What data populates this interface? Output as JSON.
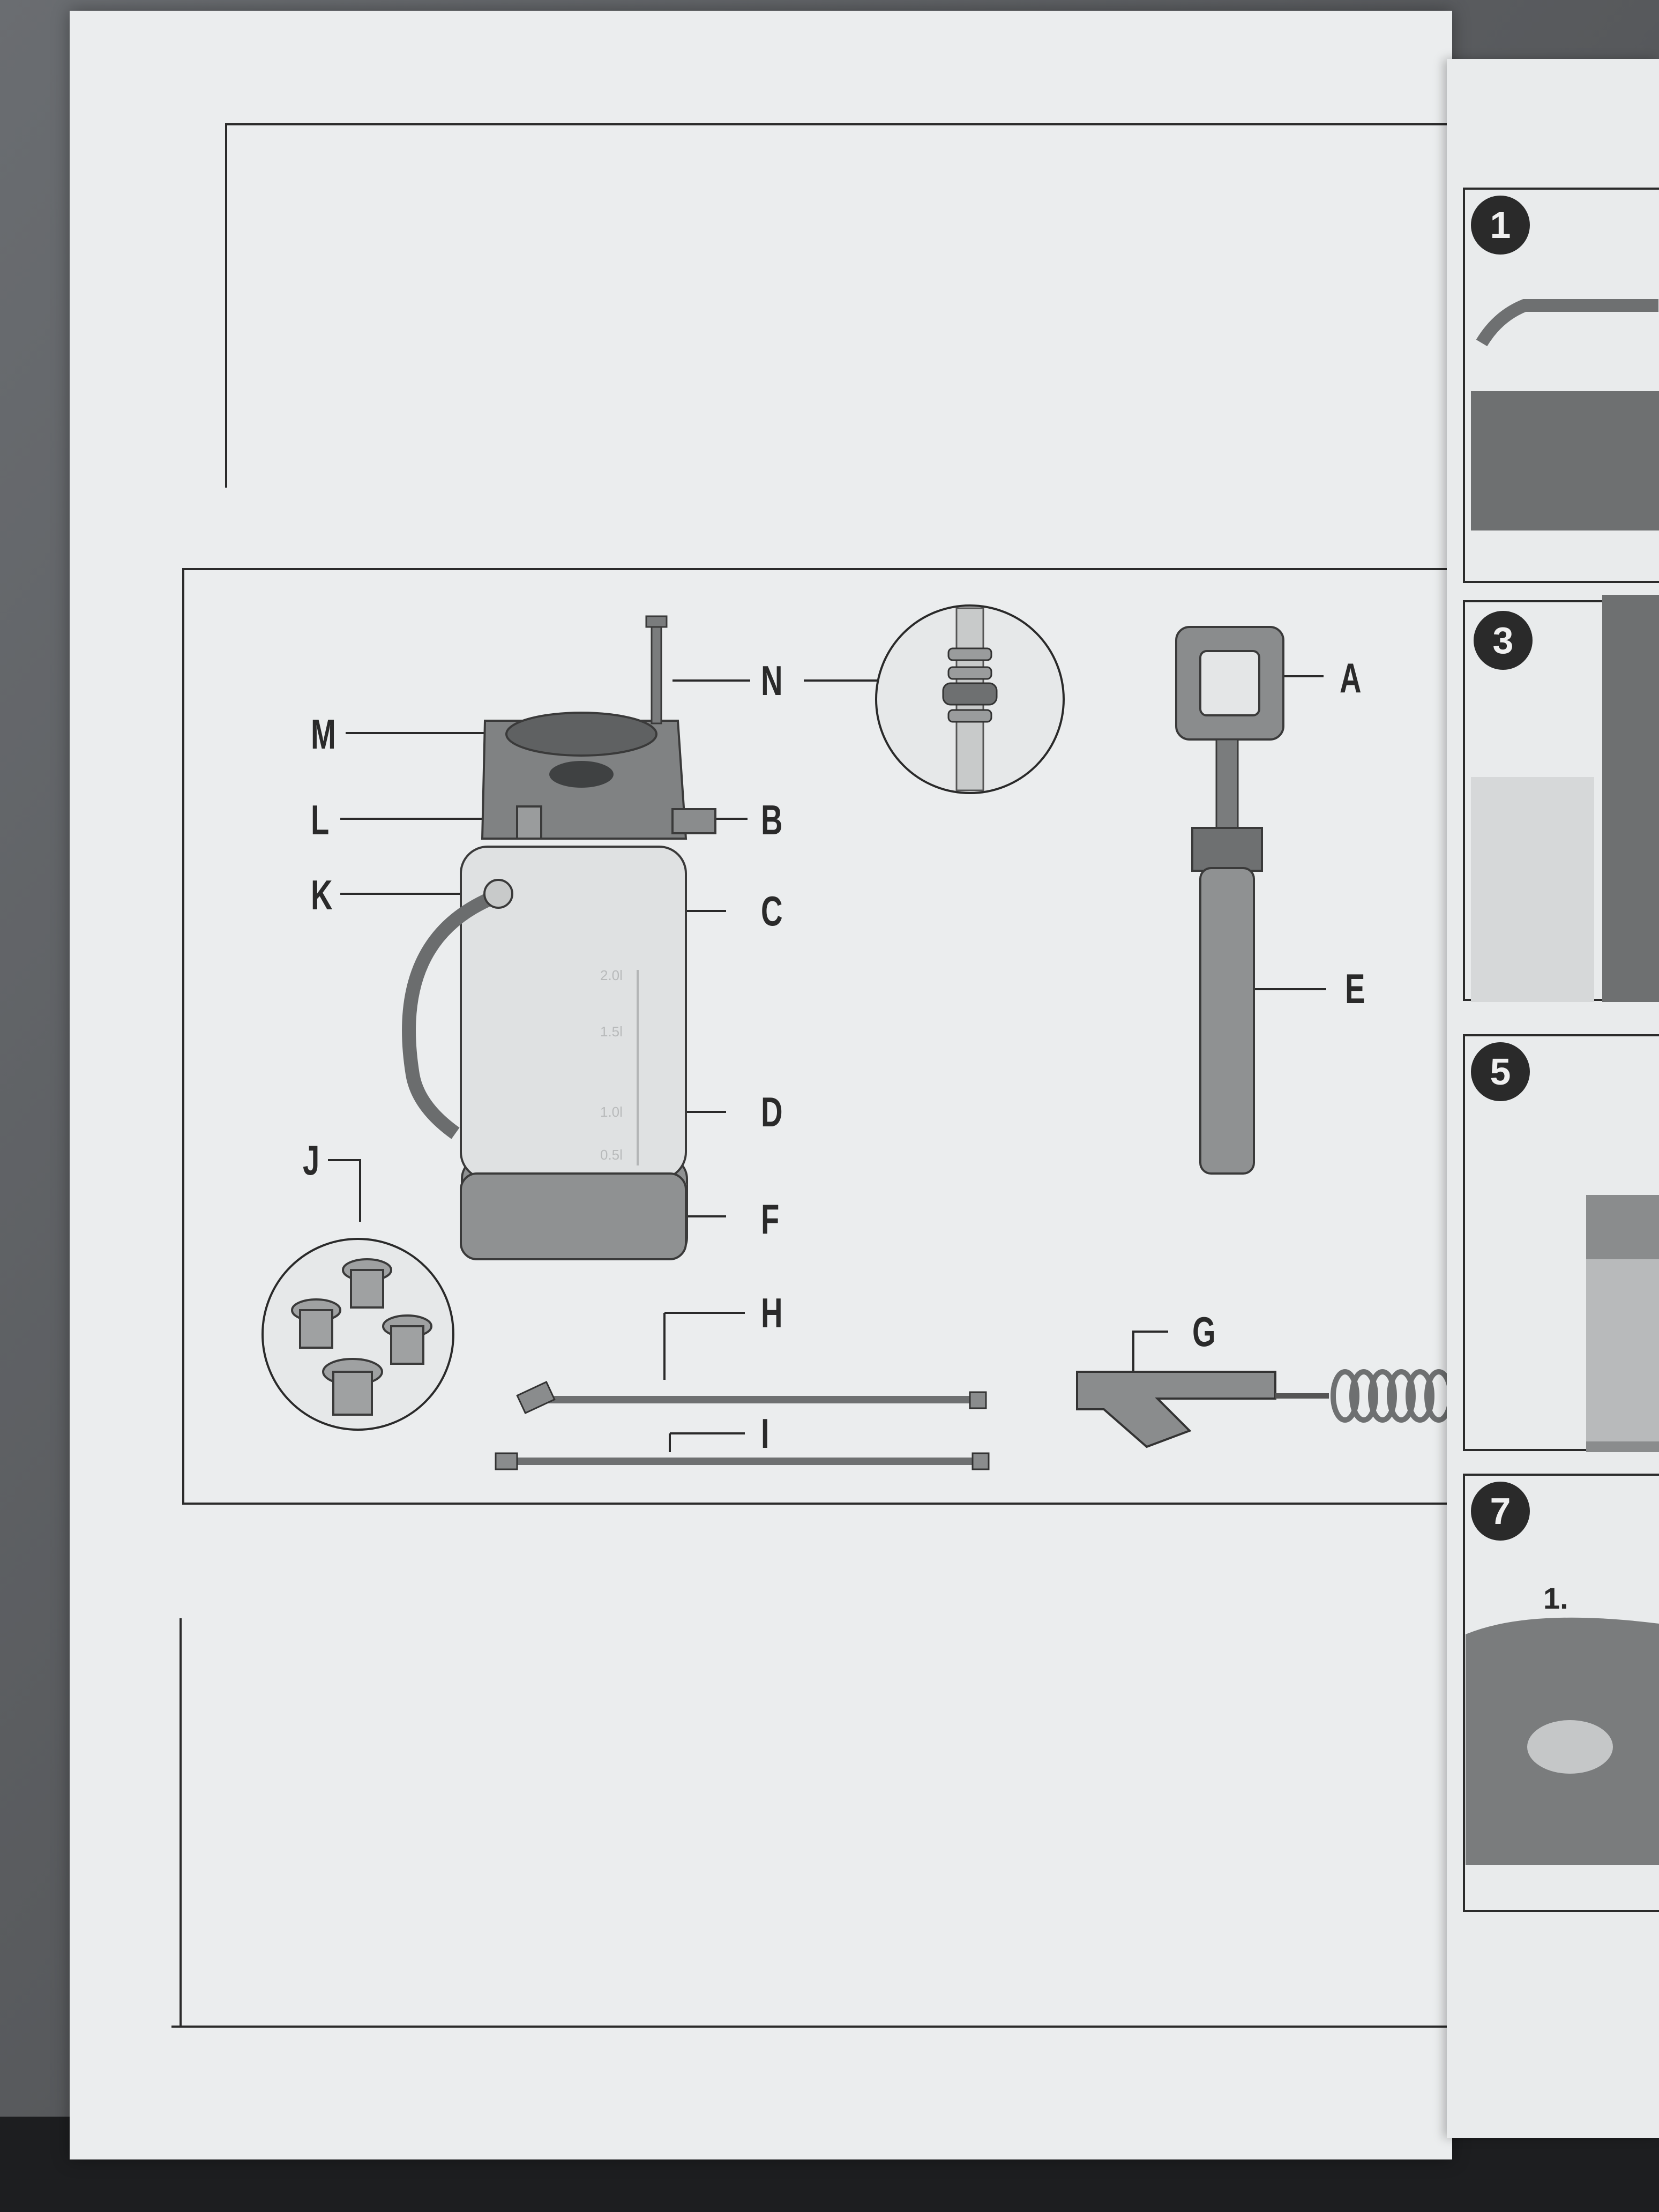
{
  "labels": {
    "A": "A",
    "B": "B",
    "C": "C",
    "D": "D",
    "E": "E",
    "F": "F",
    "G": "G",
    "H": "H",
    "I": "I",
    "J": "J",
    "K": "K",
    "L": "L",
    "M": "M",
    "N": "N"
  },
  "scale_marks": [
    "2.0l",
    "1.5l",
    "1.0l",
    "0.5l"
  ],
  "next_page": {
    "steps": [
      "1",
      "3",
      "5",
      "7"
    ],
    "substep": "1."
  }
}
